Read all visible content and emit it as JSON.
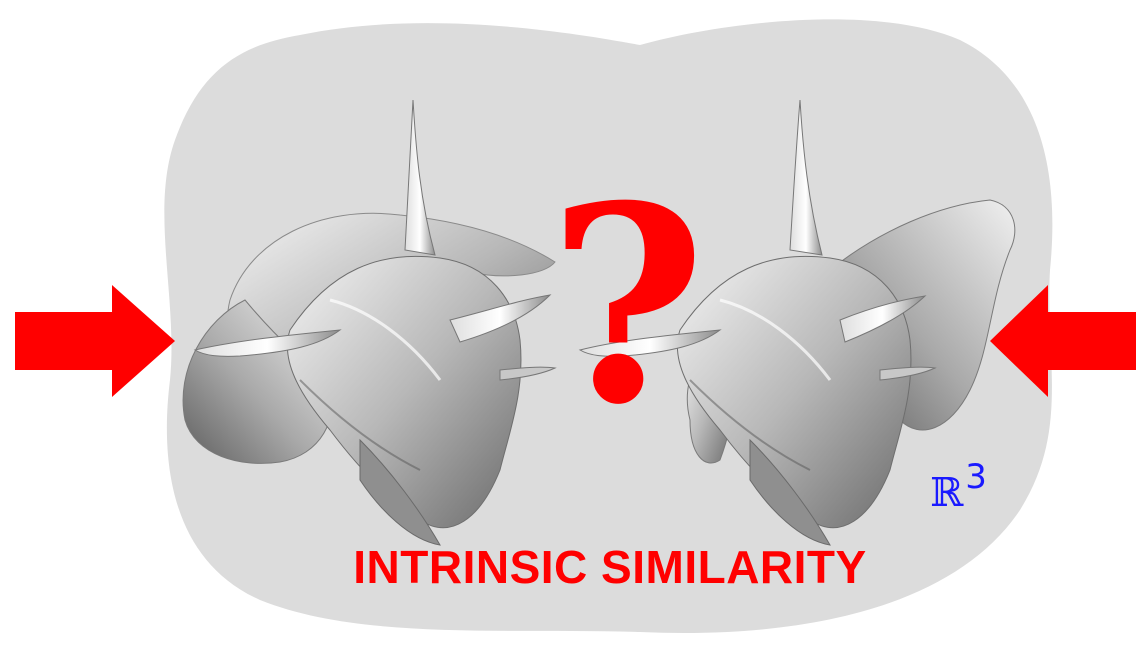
{
  "caption": "INTRINSIC SIMILARITY",
  "question_mark": "?",
  "space_label": {
    "base": "ℝ",
    "exponent": "3"
  },
  "icons": {
    "left_arrow": "right-pointing-arrow-icon",
    "right_arrow": "left-pointing-arrow-icon"
  },
  "colors": {
    "accent": "#ff0000",
    "blob": "#dcdcdc",
    "space_label": "#1a1aff",
    "shape_light": "#ececec",
    "shape_dark": "#6e6e6e"
  }
}
